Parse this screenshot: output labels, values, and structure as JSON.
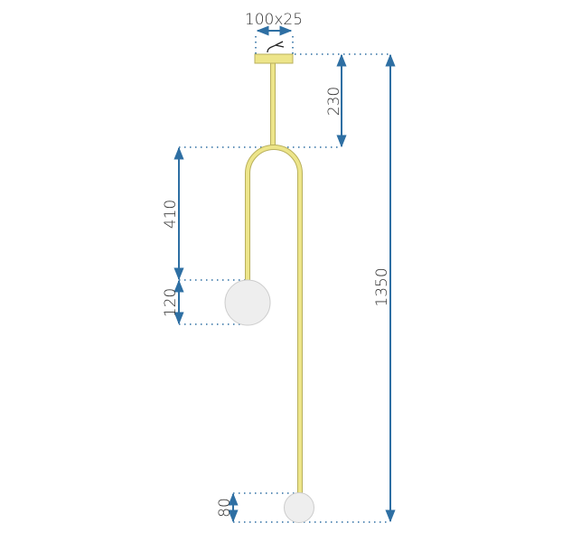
{
  "colors": {
    "dimension": "#2e6fa3",
    "lamp_body": "#ede58a",
    "lamp_outline": "#b9b05c",
    "globe": "#eeeeee",
    "globe_outline": "#cccccc"
  },
  "dimensions": {
    "canopy": "100x25",
    "stem": "230",
    "arm": "410",
    "large_globe": "120",
    "small_globe": "80",
    "total_height": "1350"
  }
}
